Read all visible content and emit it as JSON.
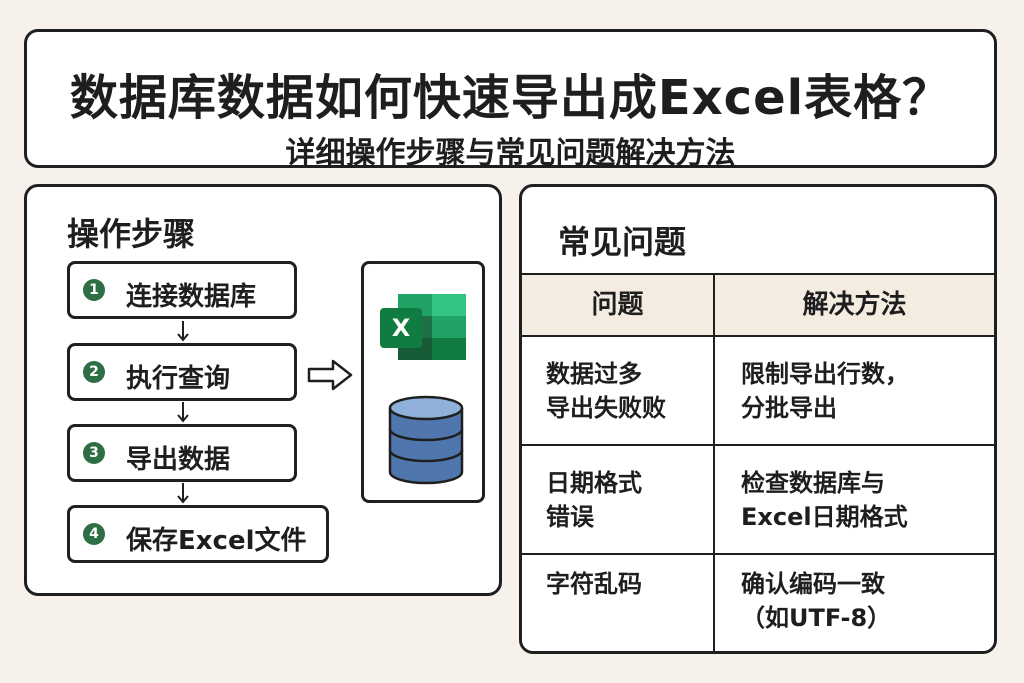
{
  "header": {
    "title": "数据库数据如何快速导出成Excel表格？",
    "subtitle": "详细操作步骤与常见问题解决方法"
  },
  "steps_panel": {
    "title": "操作步骤",
    "steps": [
      {
        "number": "1",
        "label": "连接数据库"
      },
      {
        "number": "2",
        "label": "执行查询"
      },
      {
        "number": "3",
        "label": "导出数据"
      },
      {
        "number": "4",
        "label": "保存Excel文件"
      }
    ],
    "icons": [
      "excel-logo-icon",
      "database-icon",
      "right-arrow-icon"
    ],
    "excel_logo_letter": "X"
  },
  "faq_panel": {
    "title": "常见问题",
    "columns": [
      "问题",
      "解决方法"
    ],
    "rows": [
      {
        "problem": [
          "数据过多",
          "导出失败败"
        ],
        "solution": [
          "限制导出行数，",
          "分批导出"
        ]
      },
      {
        "problem": [
          "日期格式",
          "错误"
        ],
        "solution": [
          "检查数据库与",
          "Excel日期格式"
        ]
      },
      {
        "problem": [
          "字符乱码"
        ],
        "solution": [
          "确认编码一致",
          "（如UTF-8）"
        ]
      }
    ]
  },
  "colors": {
    "background": "#f6f1ea",
    "border": "#1f1f1f",
    "step_number": "#2e6e44",
    "excel_green": "#1e7145",
    "database_blue": "#4f77ad",
    "table_header": "#f4ece1"
  }
}
